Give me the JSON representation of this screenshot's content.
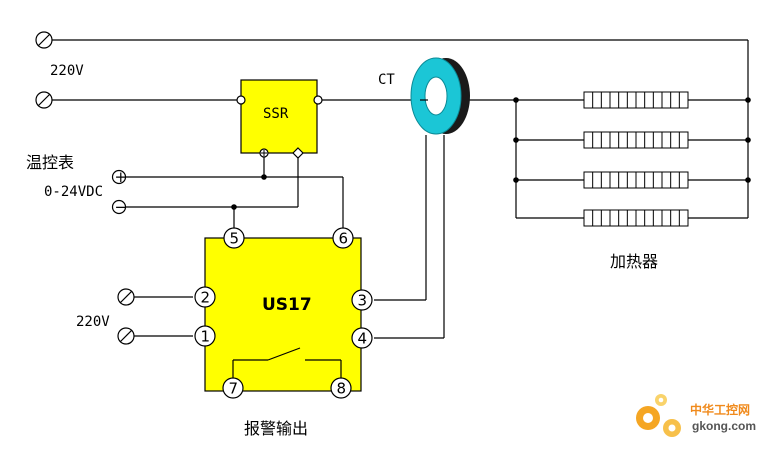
{
  "labels": {
    "mains_top": "220V",
    "mains_bottom": "220V",
    "ssr": "SSR",
    "ct": "CT",
    "controller_name": "温控表",
    "controller_signal": "0-24VDC",
    "plus": "+",
    "minus": "−",
    "module": "US17",
    "heater": "加热器",
    "alarm_output": "报警输出"
  },
  "terminals": [
    "5",
    "6",
    "2",
    "1",
    "3",
    "4",
    "7",
    "8"
  ],
  "watermark": {
    "brand": "中华工控网",
    "url": "gkong.com"
  },
  "colors": {
    "module_fill": "#ffff00",
    "ct_ring": "#1bc6d6",
    "wire": "#000000",
    "gear_orange": "#f5a623"
  }
}
